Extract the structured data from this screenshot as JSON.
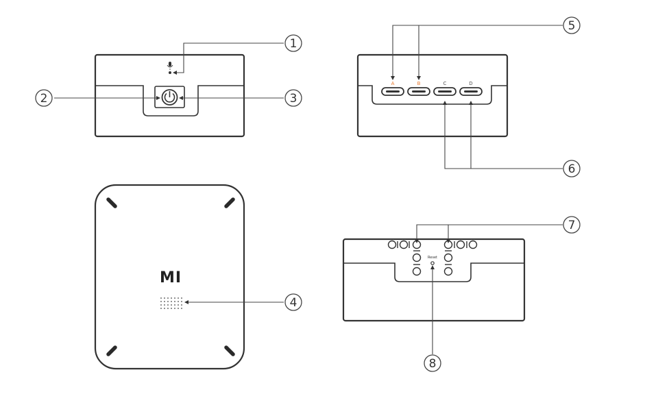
{
  "brand_logo": "MI",
  "reset_label": "Reset",
  "accent_color": "#e8772a",
  "ports": [
    {
      "label": "A",
      "color": "#e8772a"
    },
    {
      "label": "B",
      "color": "#e8772a"
    },
    {
      "label": "C",
      "color": "#555555"
    },
    {
      "label": "D",
      "color": "#555555"
    }
  ],
  "callouts": [
    "1",
    "2",
    "3",
    "4",
    "5",
    "6",
    "7",
    "8"
  ],
  "icons": {
    "mic": "microphone-icon",
    "power": "power-icon"
  }
}
